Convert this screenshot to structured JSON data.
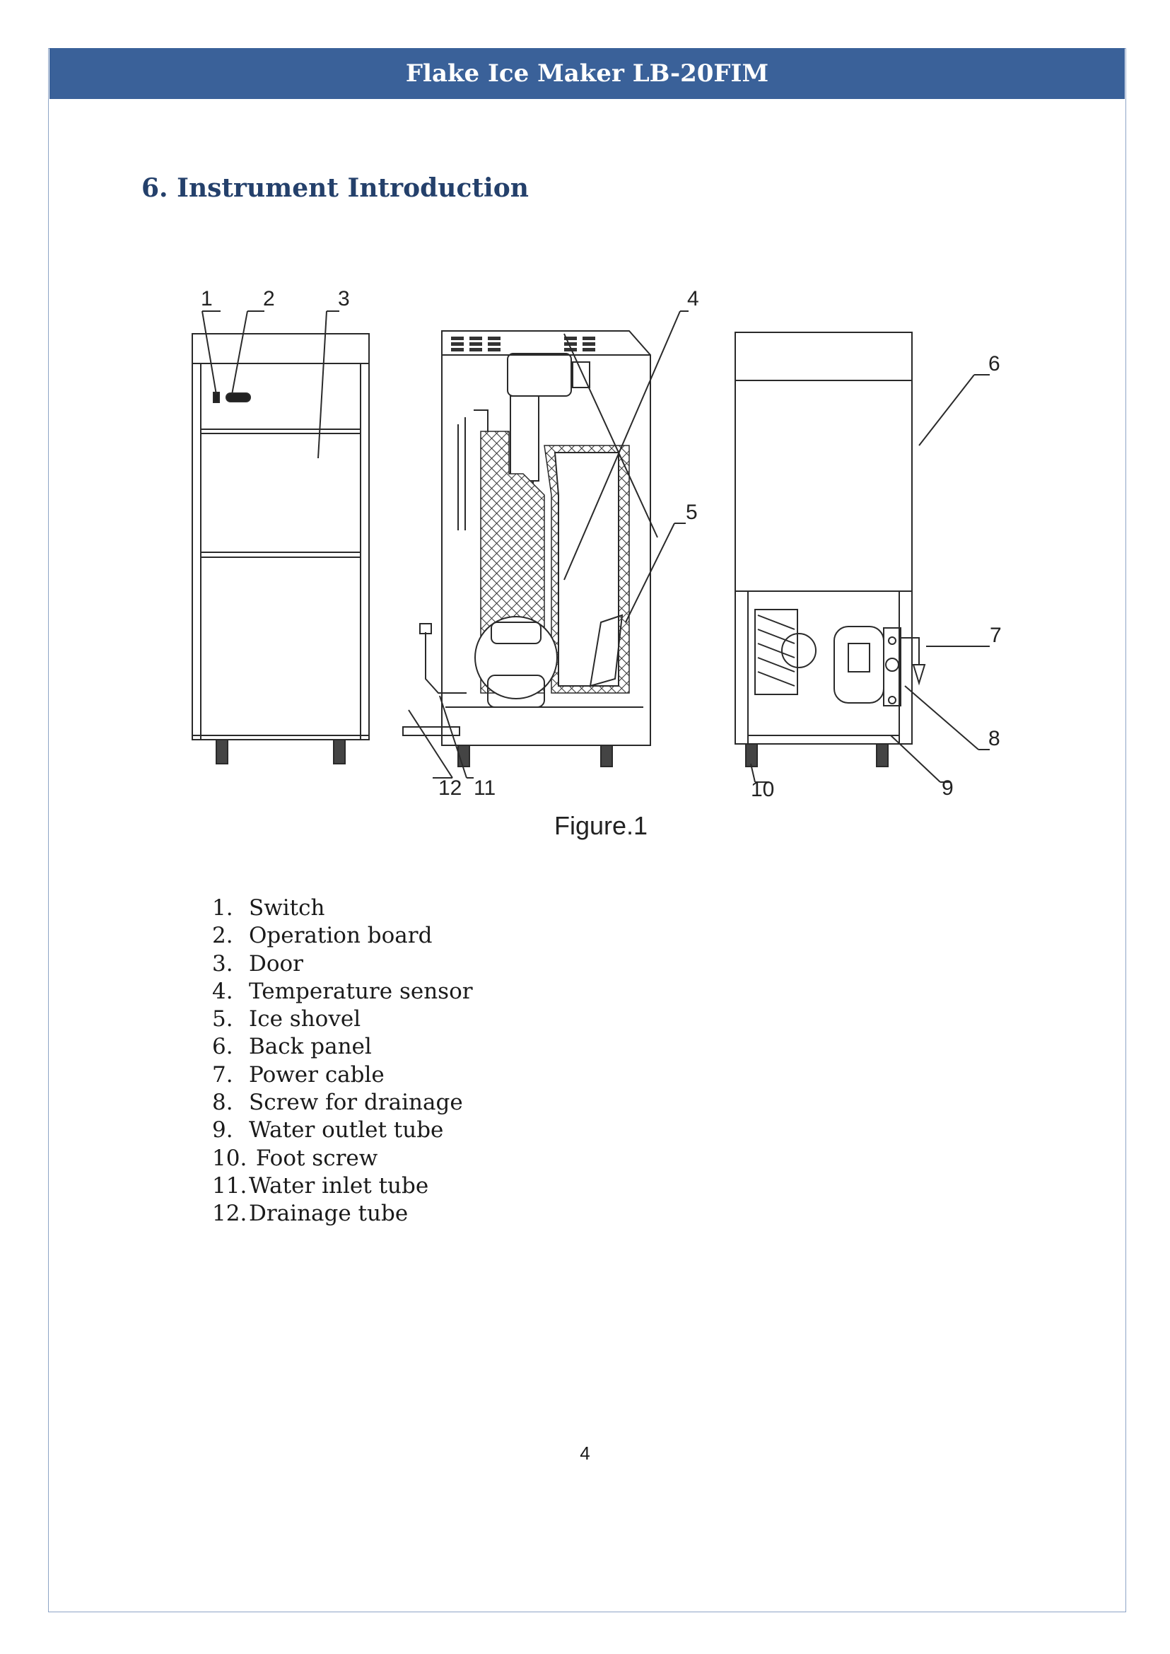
{
  "header": {
    "title": "Flake Ice Maker LB-20FIM"
  },
  "section": {
    "title": "6.  Instrument Introduction"
  },
  "figure": {
    "caption": "Figure.1",
    "callouts": [
      "1",
      "2",
      "3",
      "4",
      "5",
      "6",
      "7",
      "8",
      "9",
      "10",
      "11",
      "12"
    ]
  },
  "parts": [
    {
      "num": "1.",
      "label": "Switch"
    },
    {
      "num": "2.",
      "label": "Operation board"
    },
    {
      "num": "3.",
      "label": "Door"
    },
    {
      "num": "4.",
      "label": "Temperature sensor"
    },
    {
      "num": "5.",
      "label": "Ice shovel"
    },
    {
      "num": "6.",
      "label": "Back panel"
    },
    {
      "num": "7.",
      "label": "Power cable"
    },
    {
      "num": "8.",
      "label": "Screw for drainage"
    },
    {
      "num": "9.",
      "label": "Water outlet tube"
    },
    {
      "num": "10.",
      "label": " Foot screw"
    },
    {
      "num": "11.",
      "label": "Water inlet tube"
    },
    {
      "num": "12.",
      "label": "Drainage tube"
    }
  ],
  "footer": {
    "page_number": "4"
  }
}
